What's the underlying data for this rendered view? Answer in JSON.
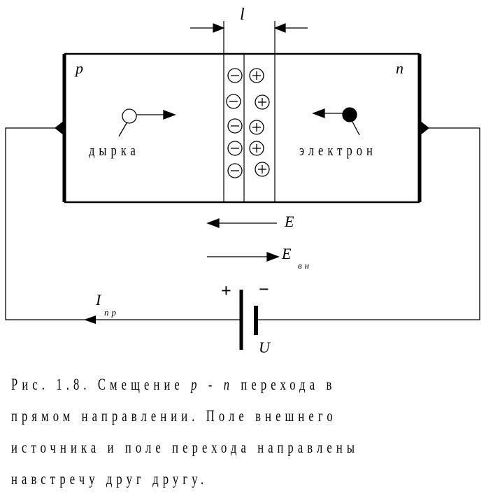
{
  "labels": {
    "width_l": "l",
    "p_region": "p",
    "n_region": "n",
    "hole": "дырка",
    "electron": "электрон",
    "field_E": "E",
    "field_ext": "E",
    "field_ext_sub": "вн",
    "current": "I",
    "current_sub": "пр",
    "voltage": "U",
    "plus": "+",
    "minus": "−"
  },
  "charges": {
    "negative": "⊖",
    "positive": "⊕"
  },
  "caption": {
    "line1_a": "Рис. 1.8. Смещение ",
    "line1_p": "p",
    "line1_dash": " - ",
    "line1_n": "n",
    "line1_b": " перехода в",
    "line2": "прямом направлении. Поле внешнего",
    "line3": "источника и поле перехода направлены",
    "line4": "навстречу друг другу."
  }
}
